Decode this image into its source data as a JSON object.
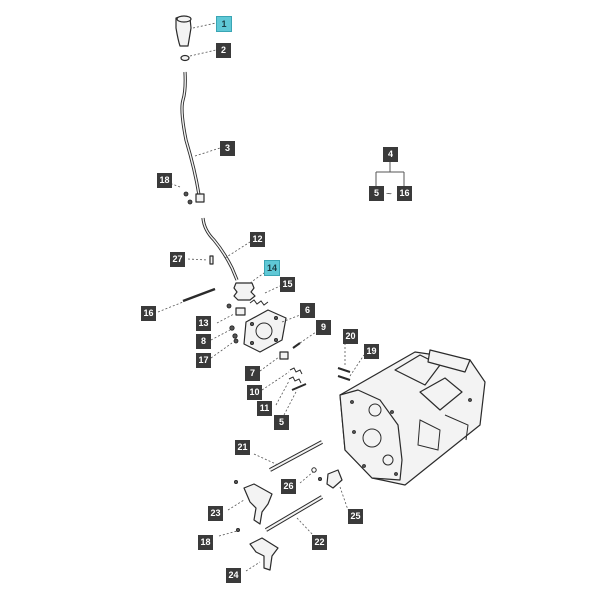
{
  "callouts": [
    {
      "label": "1",
      "highlight": true
    },
    {
      "label": "2",
      "highlight": false
    },
    {
      "label": "3",
      "highlight": false
    },
    {
      "label": "4",
      "highlight": false
    },
    {
      "label": "5",
      "highlight": false
    },
    {
      "label": "16",
      "highlight": false
    },
    {
      "label": "18",
      "highlight": false
    },
    {
      "label": "12",
      "highlight": false
    },
    {
      "label": "27",
      "highlight": false
    },
    {
      "label": "14",
      "highlight": true
    },
    {
      "label": "15",
      "highlight": false
    },
    {
      "label": "16",
      "highlight": false
    },
    {
      "label": "6",
      "highlight": false
    },
    {
      "label": "13",
      "highlight": false
    },
    {
      "label": "9",
      "highlight": false
    },
    {
      "label": "8",
      "highlight": false
    },
    {
      "label": "20",
      "highlight": false
    },
    {
      "label": "19",
      "highlight": false
    },
    {
      "label": "17",
      "highlight": false
    },
    {
      "label": "7",
      "highlight": false
    },
    {
      "label": "10",
      "highlight": false
    },
    {
      "label": "11",
      "highlight": false
    },
    {
      "label": "5",
      "highlight": false
    },
    {
      "label": "21",
      "highlight": false
    },
    {
      "label": "26",
      "highlight": false
    },
    {
      "label": "23",
      "highlight": false
    },
    {
      "label": "25",
      "highlight": false
    },
    {
      "label": "18",
      "highlight": false
    },
    {
      "label": "22",
      "highlight": false
    },
    {
      "label": "24",
      "highlight": false
    }
  ],
  "kit_range_separator": "~",
  "colors": {
    "callout_dark": "#3a3a3a",
    "callout_highlight": "#5fc8d6",
    "line": "#2b2b2b"
  }
}
